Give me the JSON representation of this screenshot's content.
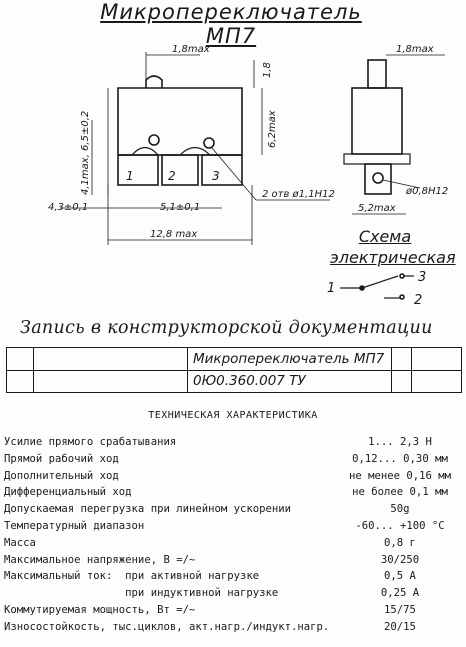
{
  "title": "Микропереключатель МП7",
  "drawing": {
    "dims": {
      "top_offset": "1,8max",
      "height_top": "1,8",
      "total_height": "6,2max",
      "left_height": "4,1max, 6,5±0,2",
      "pin1": "1",
      "pin2": "2",
      "pin3": "3",
      "pitch_left": "4,3±0,1",
      "pitch_right": "5,1±0,1",
      "total_width": "12,8 max",
      "holes": "2 отв ø1,1Н12",
      "side_top": "1,8max",
      "side_hole": "ø0,8Н12",
      "side_width": "5,2max"
    },
    "schema": {
      "title_line1": "Схема",
      "title_line2": "электрическая",
      "contact1": "1",
      "contact2": "2",
      "contact3": "3"
    }
  },
  "record": {
    "title": "Запись в конструкторской документации",
    "name": "Микропереключатель МП7",
    "code": "0Ю0.360.007 ТУ"
  },
  "specs": {
    "header": "ТЕХНИЧЕСКАЯ ХАРАКТЕРИСТИКА",
    "rows": [
      {
        "label": "Усилие прямого срабатывания",
        "value": "1... 2,3 Н"
      },
      {
        "label": "Прямой рабочий ход",
        "value": "0,12... 0,30 мм"
      },
      {
        "label": "Дополнительный ход",
        "value": "не менее 0,16 мм"
      },
      {
        "label": "Дифференциальный ход",
        "value": "не более 0,1 мм"
      },
      {
        "label": "Допускаемая перегрузка при линейном ускорении",
        "value": "50g"
      },
      {
        "label": "Температурный диапазон",
        "value": "-60... +100 °С"
      },
      {
        "label": "Масса",
        "value": "0,8 г"
      },
      {
        "label": "Максимальное напряжение, В =/~",
        "value": "30/250"
      },
      {
        "label": "Максимальный ток:  при активной нагрузке",
        "value": "0,5 А"
      },
      {
        "label": "                   при индуктивной нагрузке",
        "value": "0,25 А"
      },
      {
        "label": "Коммутируемая мощность, Вт =/~",
        "value": "15/75"
      },
      {
        "label": "Износостойкость, тыс.циклов, акт.нагр./индукт.нагр.",
        "value": "20/15"
      }
    ]
  }
}
